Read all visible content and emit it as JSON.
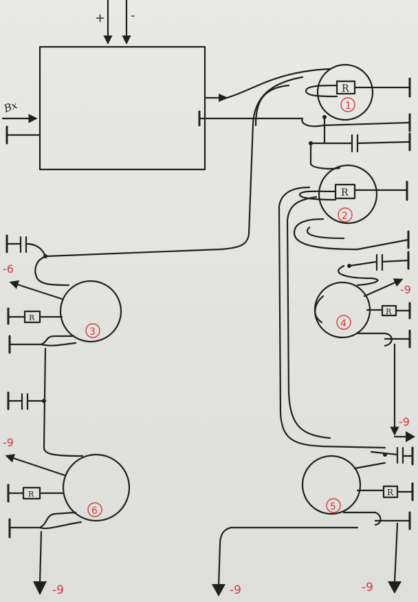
{
  "supply": {
    "plus": "+",
    "minus": "-"
  },
  "input_label": "Bx",
  "resistor_label": "R",
  "units": [
    {
      "number": "1"
    },
    {
      "number": "2"
    },
    {
      "number": "3"
    },
    {
      "number": "4"
    },
    {
      "number": "5"
    },
    {
      "number": "6"
    }
  ],
  "voltage_labels": {
    "unit3": "-6",
    "unit4": "-9",
    "unit4_out": "-9",
    "unit6": "-9",
    "unit6_out": "-9",
    "unit5_out_left": "-9",
    "unit5_out_right": "-9"
  },
  "colors": {
    "ink": "#1f1f1f",
    "annotation": "#d23a3a",
    "paper": "#e6e6e3"
  }
}
